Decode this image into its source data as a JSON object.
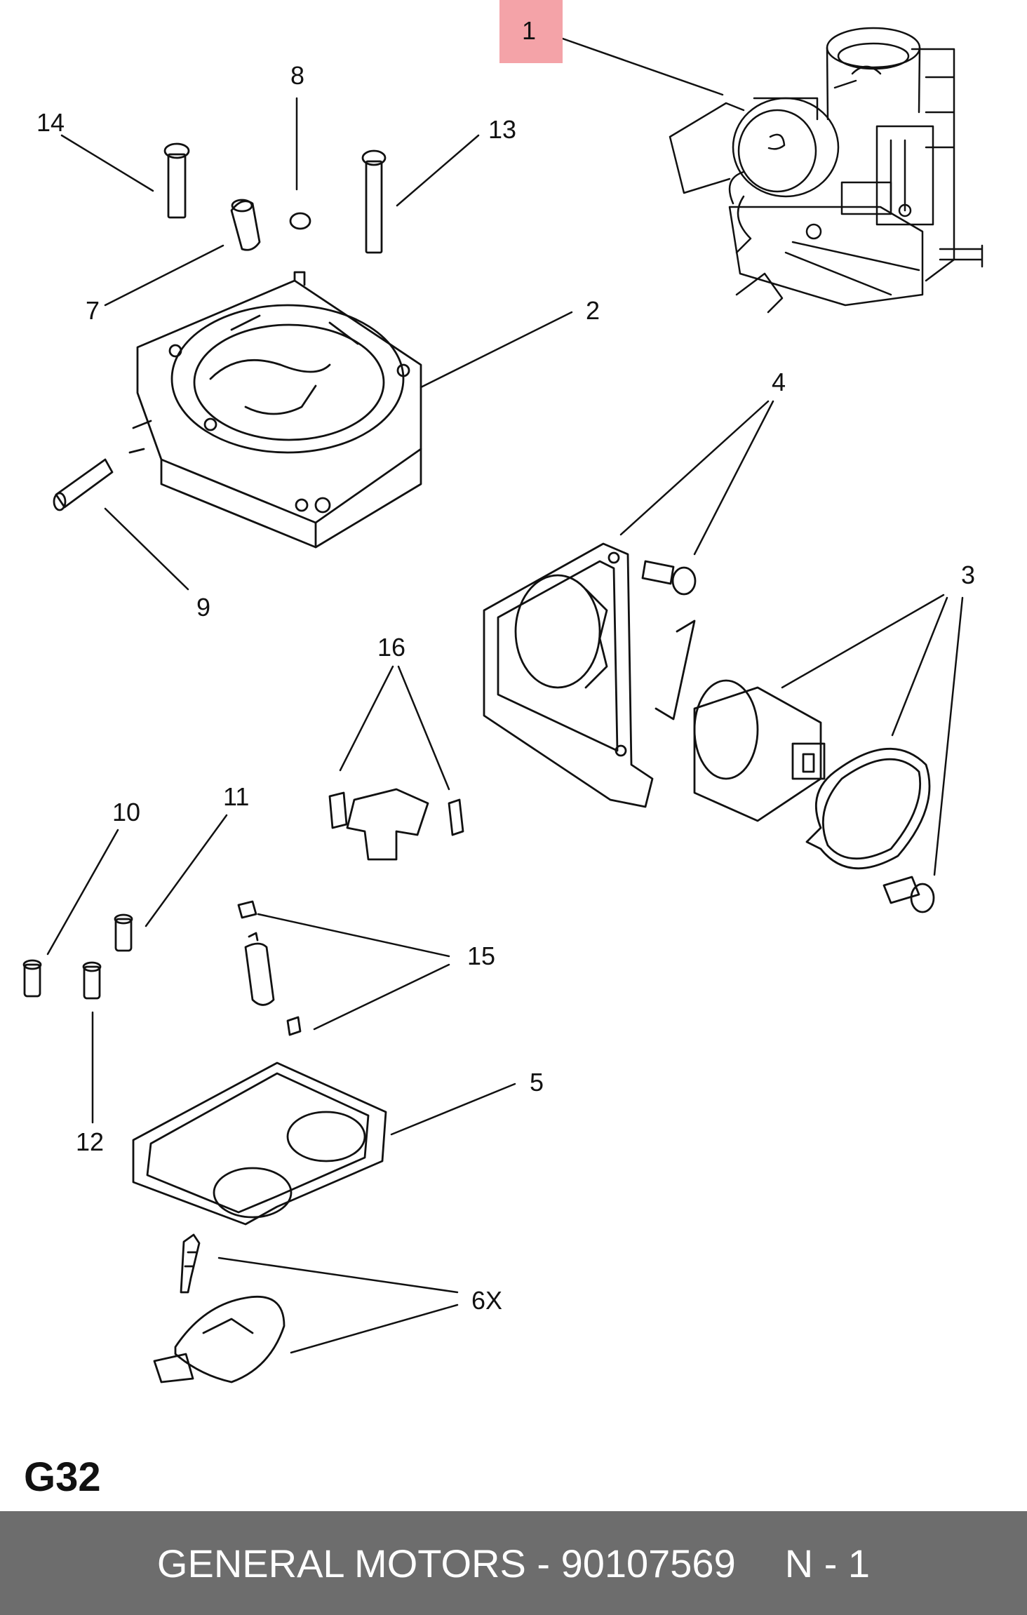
{
  "callouts": {
    "c1": "1",
    "c2": "2",
    "c3": "3",
    "c4": "4",
    "c5": "5",
    "c6": "6X",
    "c7": "7",
    "c8": "8",
    "c9": "9",
    "c10": "10",
    "c11": "11",
    "c12": "12",
    "c13": "13",
    "c14": "14",
    "c15": "15",
    "c16": "16"
  },
  "sheet_code": "G32",
  "footer": {
    "brand_part": "GENERAL MOTORS - 90107569",
    "quantity": "N - 1"
  },
  "colors": {
    "highlight": "#f4a3a8",
    "footer_bg": "#6d6d6d",
    "line": "#111111"
  }
}
